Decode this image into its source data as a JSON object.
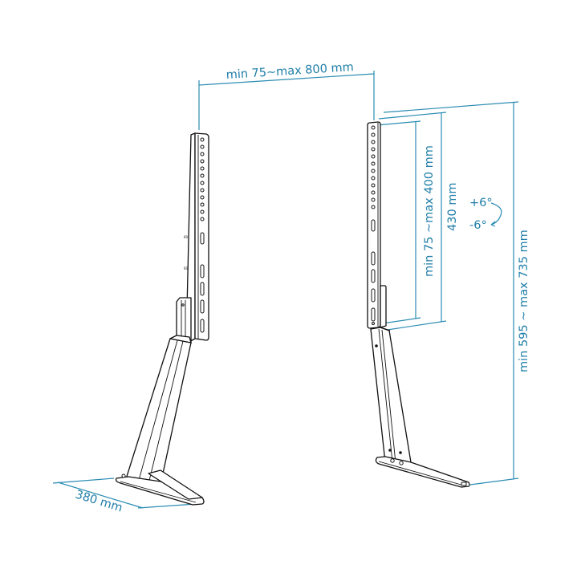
{
  "diagram": {
    "subject": "TV stand legs with adjustable VESA brackets",
    "colors": {
      "dimension": "#2b8cb3",
      "dimension_text": "#1f7ea8",
      "line_art": "#111111",
      "background": "#ffffff"
    },
    "dimensions": {
      "vesa_width": "min 75~max 800 mm",
      "vesa_height": "min 75 ~max 400 mm",
      "bracket_height": "430 mm",
      "overall_height": "min 595 ~ max 735 mm",
      "base_depth": "380 mm"
    },
    "tilt": {
      "up": "+6°",
      "down": "-6°"
    },
    "parts": [
      {
        "name": "left-leg",
        "components": [
          "vertical-bracket",
          "support-arm",
          "base-foot"
        ]
      },
      {
        "name": "right-leg",
        "components": [
          "vertical-bracket",
          "support-arm",
          "base-foot"
        ]
      }
    ]
  }
}
